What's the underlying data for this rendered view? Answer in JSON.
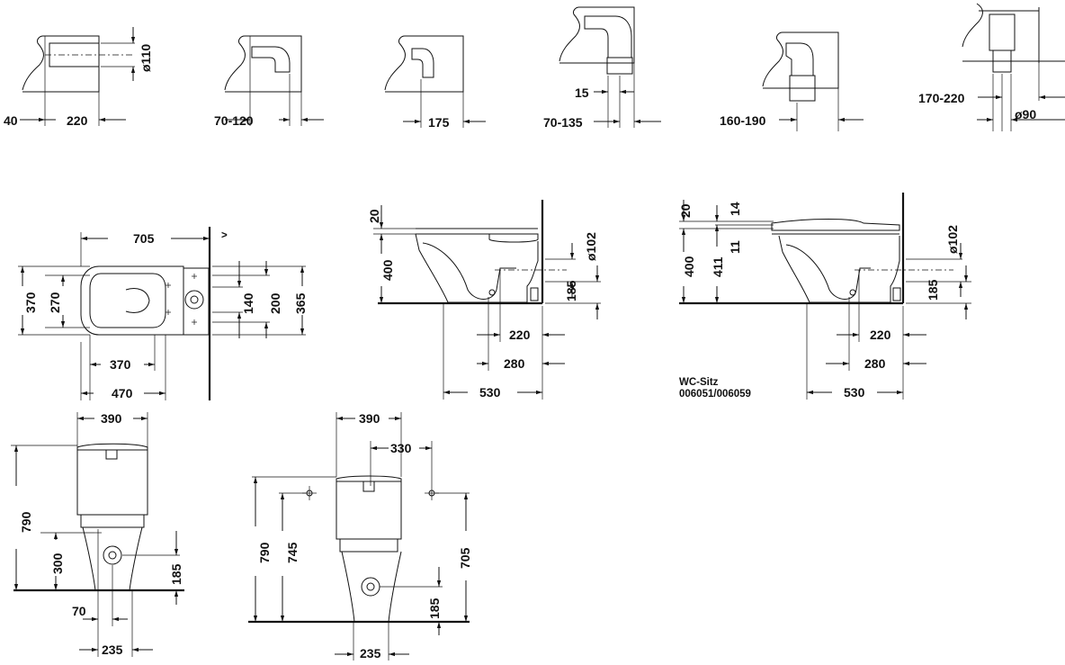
{
  "top_row": {
    "v1_horizontal": {
      "d1": "40",
      "d2": "220",
      "d3": "ø110"
    },
    "v2_short_bend": {
      "d1": "70-120"
    },
    "v3_bend": {
      "d1": "175"
    },
    "v4_vertical_bend": {
      "d1": "15",
      "d2": "70-135"
    },
    "v5_vertical": {
      "d1": "160-190"
    },
    "v6_floor": {
      "d1": "170-220",
      "d2": "ø90"
    }
  },
  "plan_view": {
    "overall_width": "705",
    "wall_mark": ">",
    "depth_370": "370",
    "depth_270": "270",
    "spacing_140": "140",
    "spacing_200": "200",
    "spacing_365": "365",
    "width_370": "370",
    "width_470": "470"
  },
  "side_view_1": {
    "gap_20": "20",
    "height_400": "400",
    "outlet_d102": "ø102",
    "outlet_185": "185",
    "dist_220": "220",
    "dist_280": "280",
    "dist_530": "530"
  },
  "side_view_2": {
    "gap_20": "20",
    "gap_14": "14",
    "gap_11": "11",
    "height_400": "400",
    "height_411": "411",
    "outlet_d102": "ø102",
    "outlet_185": "185",
    "dist_220": "220",
    "dist_280": "280",
    "dist_530": "530",
    "seat_label": "WC-Sitz",
    "seat_codes": "006051/006059"
  },
  "front_view": {
    "width_390": "390",
    "height_790": "790",
    "height_300": "300",
    "height_185": "185",
    "width_70": "70",
    "width_235": "235"
  },
  "rear_view": {
    "width_390": "390",
    "width_330": "330",
    "height_790": "790",
    "height_745": "745",
    "height_705": "705",
    "height_185": "185",
    "width_235": "235"
  }
}
